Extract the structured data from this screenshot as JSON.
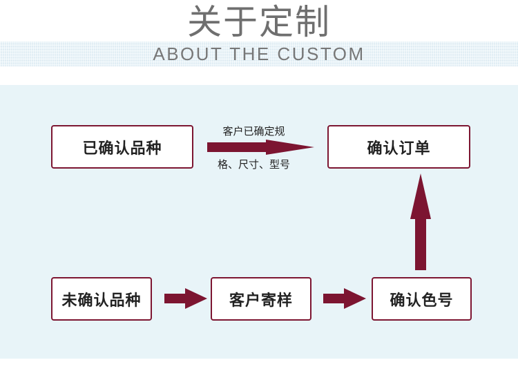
{
  "header": {
    "title_cn": "关于定制",
    "title_en": "ABOUT THE CUSTOM"
  },
  "flow": {
    "confirmed_variety": "已确认品种",
    "confirm_order": "确认订单",
    "customer_confirm_note_line1": "客户已确定规",
    "customer_confirm_note_line2": "格、尺寸、型号",
    "unconfirmed_variety": "未确认品种",
    "customer_send_sample": "客户寄样",
    "confirm_color_number": "确认色号"
  },
  "colors": {
    "accent": "#7c1531",
    "panel_bg": "#e8f4f8",
    "title_gray": "#6f6f6f"
  }
}
